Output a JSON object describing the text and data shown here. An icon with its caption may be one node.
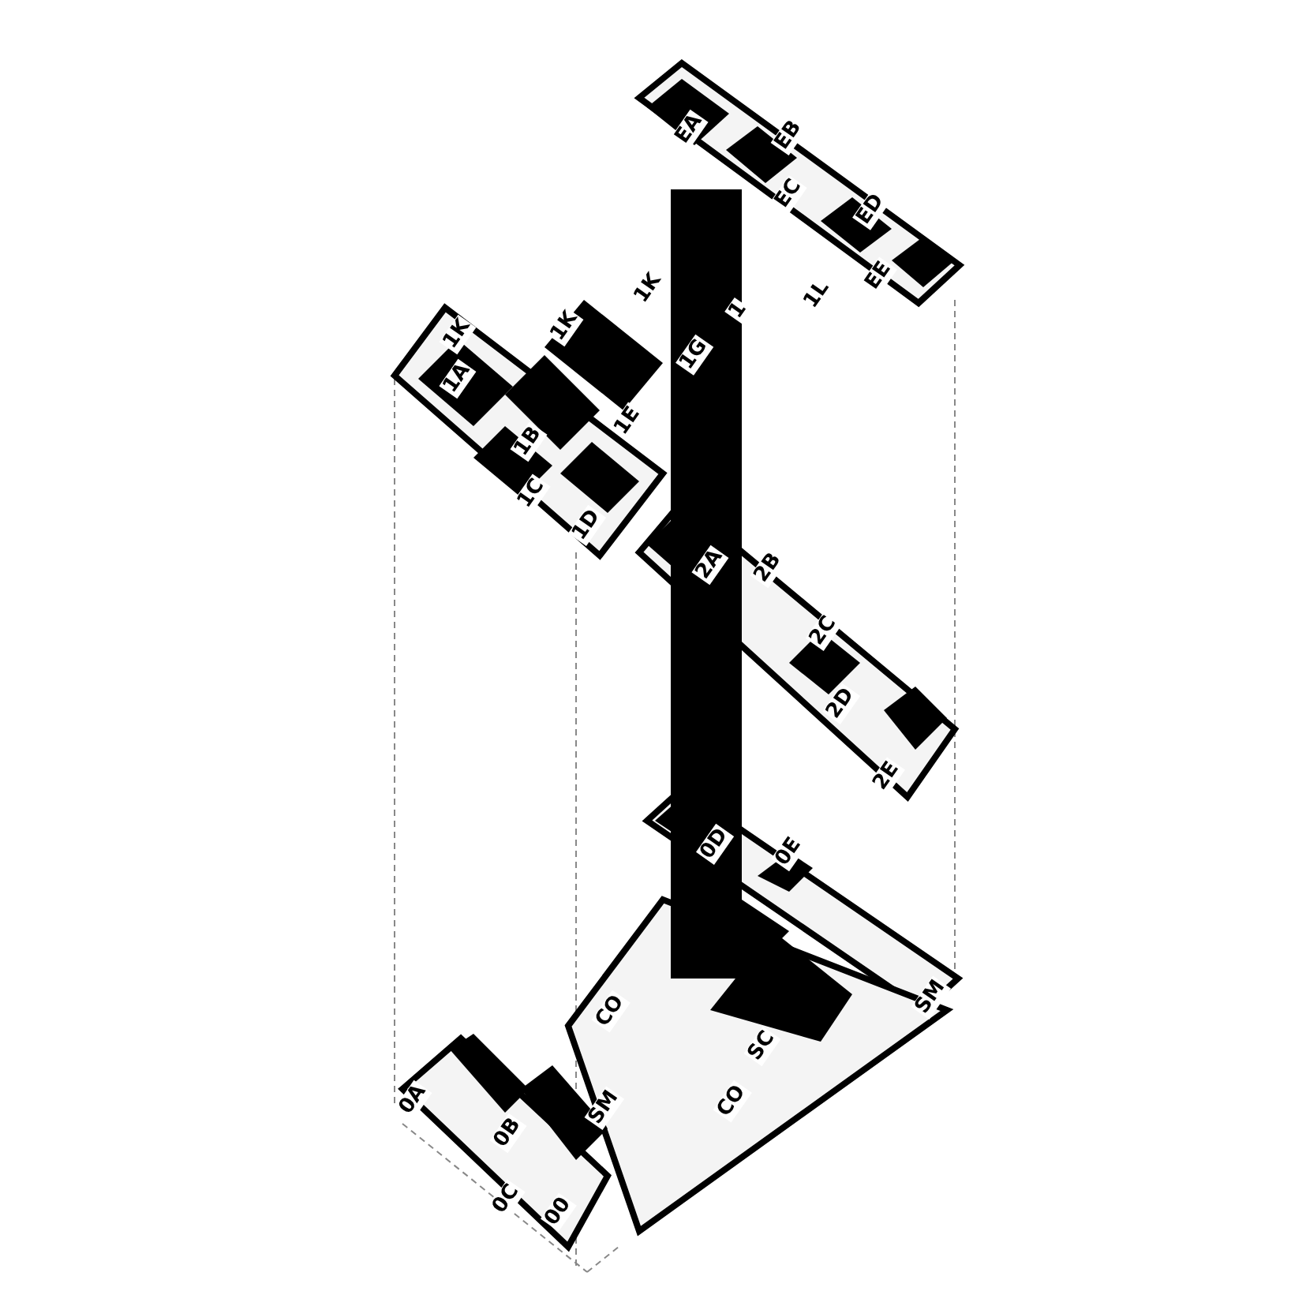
{
  "diagram": {
    "labels": [
      "EA",
      "EB",
      "EC",
      "ED",
      "EE",
      "1K",
      "1K",
      "1",
      "1L",
      "1K",
      "1A",
      "1G",
      "1E",
      "1B",
      "1C",
      "1D",
      "2A",
      "2B",
      "2C",
      "2D",
      "2E",
      "0D",
      "0E",
      "SM",
      "CO",
      "SC",
      "0A",
      "CO",
      "SM",
      "0B",
      "0C",
      "00"
    ]
  }
}
